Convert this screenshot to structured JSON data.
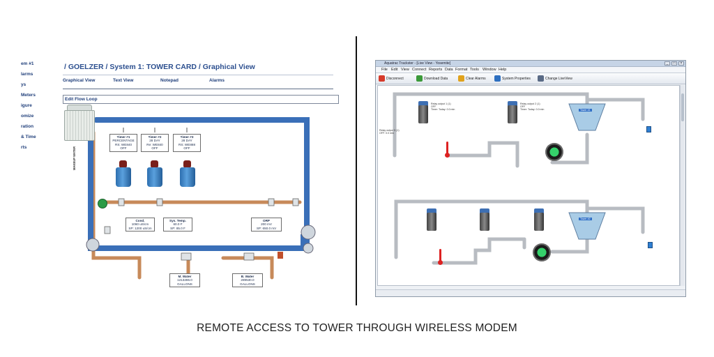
{
  "left_panel": {
    "nav": [
      "em #1",
      "larms",
      "ys",
      "Meters",
      "igure",
      "omize",
      "ration",
      "& Time",
      "rts"
    ],
    "breadcrumb": "/ GOELZER / System 1: TOWER CARD  / Graphical View",
    "tabs": [
      "Graphical View",
      "Text View",
      "Notepad",
      "Alarms"
    ],
    "edit_button": "Edit Flow Loop",
    "makeup_label": "MAKEUP WATER",
    "timers": [
      {
        "title": "Timer #1",
        "line1": "PERCENTAGE",
        "line2": "RS: WE840",
        "line3": "OFF"
      },
      {
        "title": "Timer #2",
        "line1": "28 DAY",
        "line2": "Re: WE840",
        "line3": "OFF"
      },
      {
        "title": "Timer #3",
        "line1": "28 DAY",
        "line2": "RS: WE888",
        "line3": "OFF"
      }
    ],
    "readings": [
      {
        "title": "Cond.",
        "line1": "1060 uS/cm",
        "line2": "SP: 1200 uS/cm"
      },
      {
        "title": "Sys. Temp.",
        "line1": "60.0 F",
        "line2": "SP: 85.0 F"
      },
      {
        "title": "ORP",
        "line1": "200 mV",
        "line2": "SP: 650.0 mV"
      }
    ],
    "meters": [
      {
        "title": "M. Water",
        "line1": "1213286.0",
        "line2": "GALLONS"
      },
      {
        "title": "B. Water",
        "line1": "289530.0",
        "line2": "GALLONS"
      }
    ]
  },
  "right_panel": {
    "window_title": "Aquatrac Trackster - [Live View - Yosemite]",
    "menu": [
      "File",
      "Edit",
      "View",
      "Connect",
      "Reports",
      "Data",
      "Format",
      "Tools",
      "Window",
      "Help"
    ],
    "toolbar": [
      {
        "label": "Disconnect",
        "icon": "disconnect-icon",
        "color": "#d63a2a"
      },
      {
        "label": "Download Data",
        "icon": "download-icon",
        "color": "#3b9a3a"
      },
      {
        "label": "Clear Alarms",
        "icon": "clear-alarms-icon",
        "color": "#e0a21c"
      },
      {
        "label": "System Properties",
        "icon": "properties-icon",
        "color": "#2d6fc0"
      },
      {
        "label": "Change LiveView",
        "icon": "liveview-icon",
        "color": "#5a6b86"
      }
    ],
    "tower_labels": [
      "Tower #1",
      "Tower #2"
    ]
  },
  "caption": "REMOTE ACCESS TO TOWER THROUGH WIRELESS MODEM",
  "colors": {
    "pipe_blue": "#3a6fb8",
    "pipe_copper": "#c78a5a",
    "pipe_gray": "#b8bcc2",
    "nav_text": "#1f3e7a"
  }
}
